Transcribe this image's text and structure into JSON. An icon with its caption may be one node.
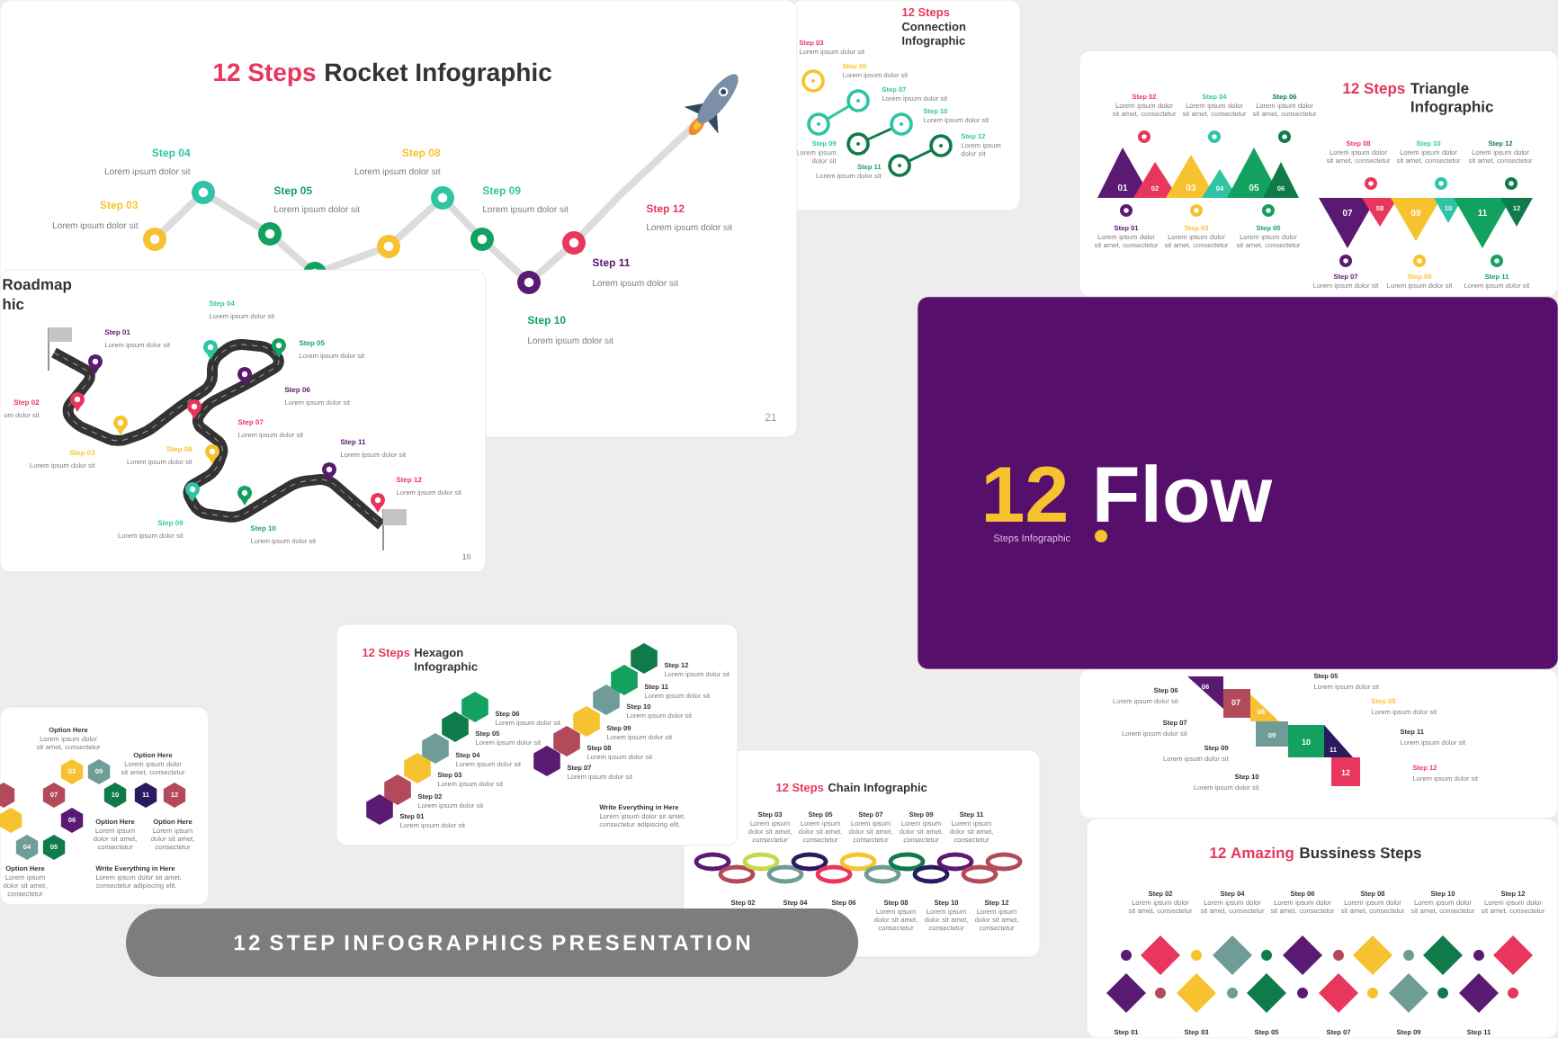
{
  "diagram": {
    "nodes": [
      {
        "text": [
          "12 Steps",
          "Rocket Infographic",
          "Step 03",
          "Lorem ipsum dolor sit",
          "Step 04",
          "Lorem ipsum dolor sit",
          "Step 05",
          "Lorem ipsum dolor sit",
          "Step 08",
          "Lorem ipsum dolor sit",
          "Step 09",
          "Lorem ipsum dolor sit",
          "Step 10",
          "Lorem ipsum dolor sit",
          "Step 11",
          "Lorem ipsum dolor sit",
          "Step 12",
          "Lorem ipsum dolor sit",
          "21"
        ]
      },
      {
        "text": [
          "Roadmap",
          "hic",
          "Step 01",
          "Lorem ipsum dolor sit",
          "Step 02",
          "um dolor sit",
          "Step 03",
          "Lorem ipsum dolor sit",
          "Step 04",
          "Lorem ipsum dolor sit",
          "Step 05",
          "Lorem ipsum dolor sit",
          "Step 06",
          "Lorem ipsum dolor sit",
          "Step 07",
          "Lorem ipsum dolor sit",
          "Step 08",
          "Lorem ipsum dolor sit",
          "Step 09",
          "Lorem ipsum dolor sit",
          "Step 10",
          "Lorem ipsum dolor sit",
          "Step 11",
          "Lorem ipsum dolor sit",
          "Step 12",
          "Lorem ipsum dolor sit",
          "18"
        ]
      },
      {
        "text": [
          "12 Steps",
          "Connection Infographic",
          "Step 03",
          "Lorem ipsum dolor sit",
          "Step 05",
          "Lorem ipsum dolor sit",
          "Step 07",
          "Lorem ipsum dolor sit",
          "Step 10",
          "Lorem ipsum dolor sit",
          "Step 12",
          "Lorem ipsum dolor sit",
          "Step 09",
          "Lorem ipsum dolor sit",
          "Step 11",
          "Lorem ipsum dolor sit"
        ]
      },
      {
        "text": [
          "12 Steps",
          "Triangle Infographic",
          "Step 02",
          "Lorem ipsum dolor sit amet, consectetur",
          "Step 04",
          "Lorem ipsum dolor sit amet, consectetur",
          "Step 06",
          "Lorem ipsum dolor sit amet, consectetur",
          "01",
          "02",
          "03",
          "04",
          "05",
          "06",
          "Step 01",
          "Lorem ipsum dolor sit amet, consectetur",
          "Step 03",
          "Lorem ipsum dolor sit amet, consectetur",
          "Step 05",
          "Lorem ipsum dolor sit amet, consectetur",
          "Step 08",
          "Lorem ipsum dolor sit amet, consectetur",
          "Step 10",
          "Lorem ipsum dolor sit amet, consectetur",
          "Step 12",
          "Lorem ipsum dolor sit amet, consectetur",
          "07",
          "08",
          "09",
          "10",
          "11",
          "12",
          "Step 07",
          "Lorem ipsum dolor sit",
          "Step 09",
          "Lorem ipsum dolor sit",
          "Step 11",
          "Lorem ipsum dolor sit"
        ]
      },
      {
        "text": [
          "12",
          "Flow",
          "Steps Infographic"
        ]
      },
      {
        "text": [
          "Step 06",
          "Lorem ipsum dolor sit",
          "Step 07",
          "Lorem ipsum dolor sit",
          "Step 09",
          "Lorem ipsum dolor sit",
          "Step 10",
          "Lorem ipsum dolor sit",
          "Step 05",
          "Lorem ipsum dolor sit",
          "Step 08",
          "Lorem ipsum dolor sit",
          "Step 11",
          "Lorem ipsum dolor sit",
          "Step 12",
          "Lorem ipsum dolor sit",
          "06",
          "07",
          "08",
          "09",
          "10",
          "11",
          "12"
        ]
      },
      {
        "text": [
          "12 Amazing",
          "Bussiness Steps",
          "Step 02",
          "Lorem ipsum dolor sit amet, consectetur",
          "Step 04",
          "Lorem ipsum dolor sit amet, consectetur",
          "Step 06",
          "Lorem ipsum dolor sit amet, consectetur",
          "Step 08",
          "Lorem ipsum dolor sit amet, consectetur",
          "Step 10",
          "Lorem ipsum dolor sit amet, consectetur",
          "Step 12",
          "Lorem ipsum dolor sit amet, consectetur",
          "Step 01",
          "Step 03",
          "Step 05",
          "Step 07",
          "Step 09",
          "Step 11"
        ]
      },
      {
        "text": [
          "12 Steps",
          "Hexagon Infographic",
          "Step 01",
          "Lorem ipsum dolor sit",
          "Step 02",
          "Lorem ipsum dolor sit",
          "Step 03",
          "Lorem ipsum dolor sit",
          "Step 04",
          "Lorem ipsum dolor sit",
          "Step 05",
          "Lorem ipsum dolor sit",
          "Step 06",
          "Lorem ipsum dolor sit",
          "Step 07",
          "Lorem ipsum dolor sit",
          "Step 08",
          "Lorem ipsum dolor sit",
          "Step 09",
          "Lorem ipsum dolor sit",
          "Step 10",
          "Lorem ipsum dolor sit",
          "Step 11",
          "Lorem ipsum dolor sit",
          "Step 12",
          "Lorem ipsum dolor sit",
          "Write Everything in Here",
          "Lorem ipsum dolor sit amet, consectetur adipiscing elit."
        ]
      },
      {
        "text": [
          "Option Here",
          "Lorem ipsum dolor sit amet, consectetur",
          "Option Here",
          "Lorem ipsum dolor sit amet, consectetur",
          "03",
          "09",
          "07",
          "10",
          "11",
          "12",
          "06",
          "04",
          "05",
          "Option Here",
          "Lorem ipsum dolor sit amet, consectetur",
          "Option Here",
          "Lorem ipsum dolor sit amet, consectetur",
          "Option Here",
          "Lorem ipsum dolor sit amet, consectetur",
          "Write Everything in Here",
          "Lorem ipsum dolor sit amet, consectetur adipiscing elit."
        ]
      },
      {
        "text": [
          "12 Steps",
          "Chain Infographic",
          "Step 03",
          "Lorem ipsum dolor sit amet, consectetur",
          "Step 05",
          "Lorem ipsum dolor sit amet, consectetur",
          "Step 07",
          "Lorem ipsum dolor sit amet, consectetur",
          "Step 09",
          "Lorem ipsum dolor sit amet, consectetur",
          "Step 11",
          "Lorem ipsum dolor sit amet, consectetur",
          "Step 02",
          "Step 04",
          "Step 06",
          "Step 08",
          "Lorem ipsum dolor sit amet, consectetur",
          "Step 10",
          "Lorem ipsum dolor sit amet, consectetur",
          "Step 12",
          "Lorem ipsum dolor sit amet, consectetur"
        ]
      },
      {
        "text": [
          "12 STEP INFOGRAPHICS PRESENTATION"
        ]
      }
    ]
  }
}
